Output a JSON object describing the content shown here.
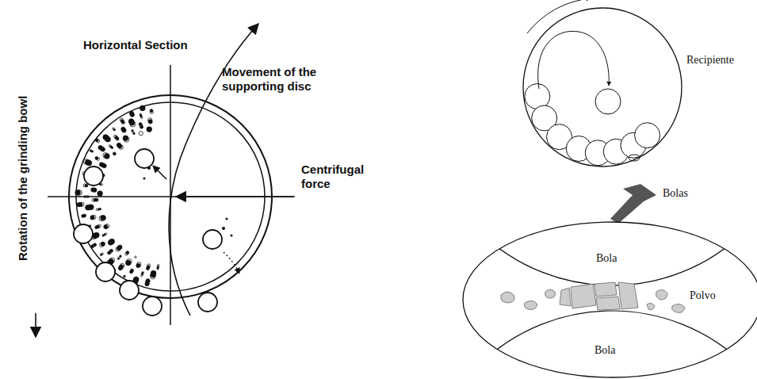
{
  "diagram": {
    "labels": [
      "Horizontal Section",
      "Movement of the supporting disc",
      "Centrifugal force",
      "Rotation of the grinding bowl",
      "Recipiente",
      "Bolas",
      "Bola",
      "Polvo",
      "Bola"
    ]
  }
}
